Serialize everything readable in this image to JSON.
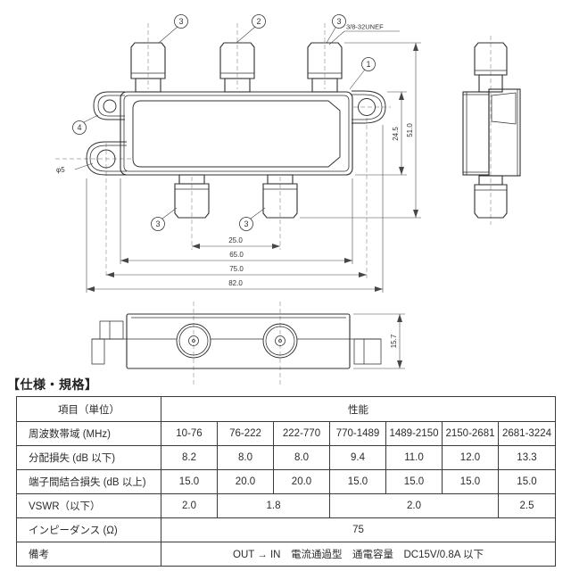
{
  "palette": {
    "ink": "#2f2f2f",
    "dim_line": "#474747",
    "centerline": "#9a9a9a",
    "background": "#ffffff"
  },
  "drawing": {
    "callouts": {
      "out_top_left": "3",
      "in_top_center": "2",
      "out_top_right": "3",
      "case": "1",
      "mount_tab": "4",
      "out_bottom_left": "3",
      "out_bottom_right": "3"
    },
    "annotations": {
      "thread_spec": "3/8-32UNEF",
      "hole_diameter": "φ5"
    },
    "dimensions": {
      "body_height": "24.5",
      "overall_height": "51.0",
      "output_pitch": "25.0",
      "body_width": "65.0",
      "mount_hole_pitch": "75.0",
      "overall_width": "82.0",
      "depth": "15.7"
    }
  },
  "spec": {
    "heading": "【仕様・規格】",
    "header": {
      "item": "項目（単位）",
      "performance": "性能"
    },
    "frequency": {
      "label": "周波数帯域 (MHz)",
      "values": [
        "10-76",
        "76-222",
        "222-770",
        "770-1489",
        "1489-2150",
        "2150-2681",
        "2681-3224"
      ]
    },
    "distribution_loss": {
      "label": "分配損失 (dB 以下)",
      "values": [
        "8.2",
        "8.0",
        "8.0",
        "9.4",
        "11.0",
        "12.0",
        "13.3"
      ]
    },
    "coupling_loss": {
      "label": "端子間結合損失 (dB 以上)",
      "values": [
        "15.0",
        "20.0",
        "20.0",
        "15.0",
        "15.0",
        "15.0",
        "15.0"
      ]
    },
    "vswr": {
      "label": "VSWR（以下）",
      "values": [
        "2.0",
        "1.8",
        "2.0",
        "2.5"
      ],
      "spans": [
        1,
        2,
        3,
        1
      ]
    },
    "impedance": {
      "label": "インピーダンス (Ω)",
      "value": "75"
    },
    "remarks": {
      "label": "備考",
      "value": "OUT → IN　電流通過型　通電容量　DC15V/0.8A 以下"
    }
  }
}
